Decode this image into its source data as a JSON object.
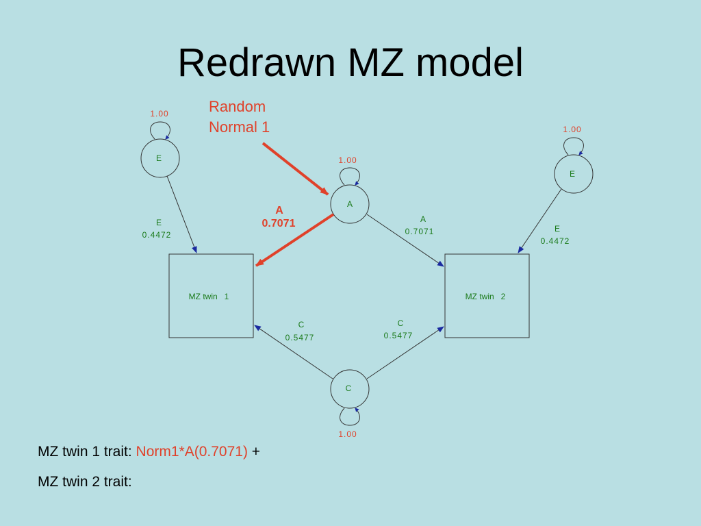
{
  "title": "Redrawn MZ model",
  "callout": {
    "line1": "Random",
    "line2": "Normal 1"
  },
  "nodes": {
    "e_left": {
      "label": "E",
      "variance": "1.00"
    },
    "e_right": {
      "label": "E",
      "variance": "1.00"
    },
    "a": {
      "label": "A",
      "variance": "1.00"
    },
    "c": {
      "label": "C",
      "variance": "1.00"
    },
    "twin1": {
      "label": "MZ twin   1"
    },
    "twin2": {
      "label": "MZ twin   2"
    }
  },
  "paths": {
    "e_left": {
      "name": "E",
      "value": "0.4472"
    },
    "e_right": {
      "name": "E",
      "value": "0.4472"
    },
    "a_left": {
      "name": "A",
      "value": "0.7071"
    },
    "a_right": {
      "name": "A",
      "value": "0.7071"
    },
    "c_left": {
      "name": "C",
      "value": "0.5477"
    },
    "c_right": {
      "name": "C",
      "value": "0.5477"
    }
  },
  "equations": {
    "line1_prefix": "MZ twin 1 trait: ",
    "line1_highlight": "Norm1*A(0.7071)",
    "line1_suffix": " +",
    "line2": "MZ twin 2 trait:"
  },
  "colors": {
    "background": "#b9dfe3",
    "highlight": "#e0412a",
    "label_green": "#1a7a1a",
    "arrowhead": "#1a2aa0"
  }
}
